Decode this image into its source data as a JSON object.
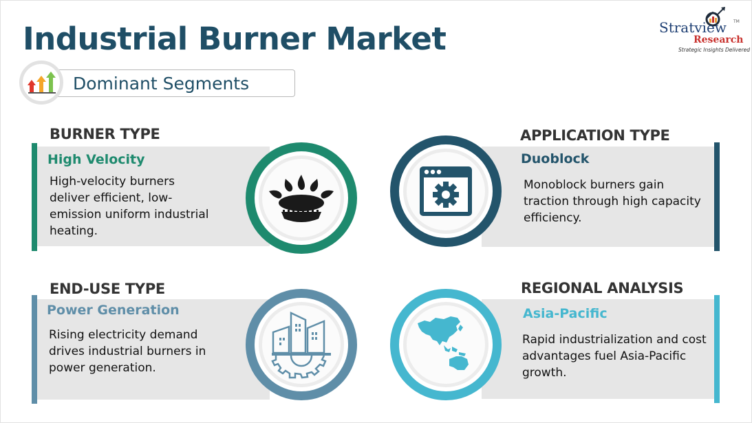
{
  "header": {
    "title": "Industrial Burner Market",
    "subtitle": "Dominant Segments",
    "subtitle_icon": "growth-arrows-icon"
  },
  "logo": {
    "name_part1": "Stratview",
    "tm": "TM",
    "name_part2": "Research",
    "tagline": "Strategic Insights Delivered"
  },
  "colors": {
    "title": "#1f4e66",
    "burner": "#1e8a6e",
    "application": "#23546b",
    "enduse": "#5f8ea8",
    "regional": "#45b7cf",
    "panel_bg": "#e6e6e6"
  },
  "segments": [
    {
      "heading": "BURNER TYPE",
      "label": "High Velocity",
      "description": "High-velocity burners deliver efficient, low-emission uniform industrial heating.",
      "icon": "gas-burner-icon"
    },
    {
      "heading": "APPLICATION TYPE",
      "label": "Duoblock",
      "description": "Monoblock burners gain traction through high capacity efficiency.",
      "icon": "settings-window-icon"
    },
    {
      "heading": "END-USE TYPE",
      "label": "Power Generation",
      "description": "Rising electricity demand drives industrial burners in power generation.",
      "icon": "industry-gear-icon"
    },
    {
      "heading": "REGIONAL ANALYSIS",
      "label": "Asia-Pacific",
      "description": "Rapid industrialization and cost advantages fuel Asia-Pacific growth.",
      "icon": "asia-pacific-map-icon"
    }
  ]
}
